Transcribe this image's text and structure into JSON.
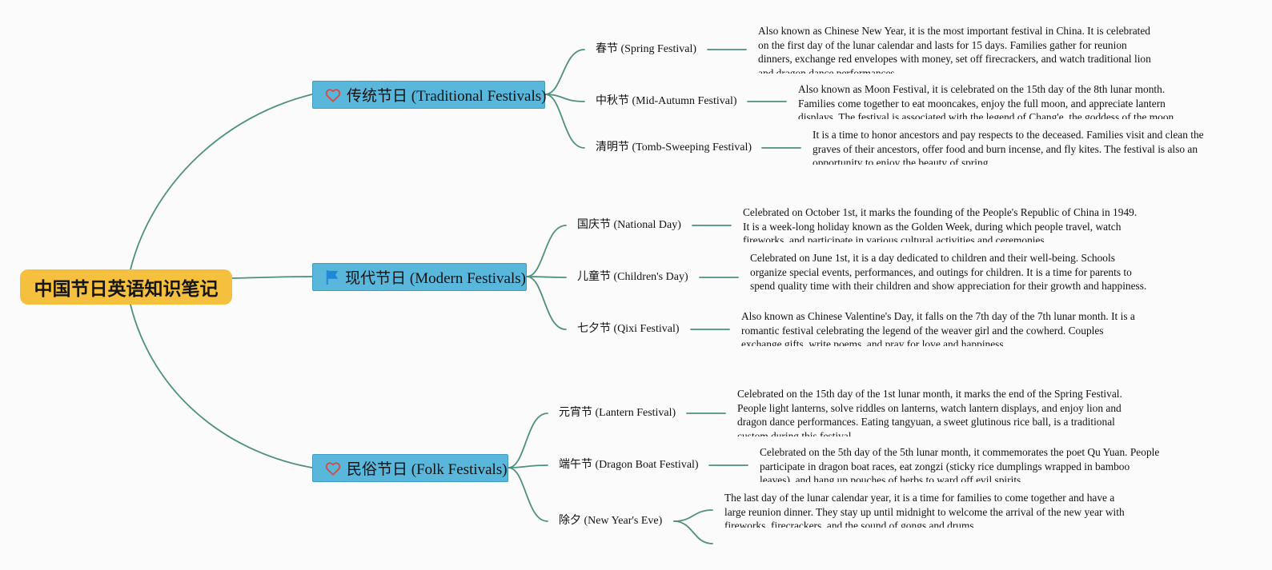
{
  "root": {
    "title": "中国节日英语知识笔记"
  },
  "colors": {
    "root_fill": "#f5c03e",
    "branch_fill": "#5ab7dc",
    "line": "#4e8f7d",
    "heart": "#d9493f",
    "flag": "#1f87d6"
  },
  "branches": [
    {
      "label": "传统节日 (Traditional Festivals)",
      "icon": "heart-icon",
      "leaves": [
        {
          "label": "春节 (Spring Festival)",
          "note": "Also known as Chinese New Year, it is the most important festival in China. It is celebrated on the first day of the lunar calendar and lasts for 15 days. Families gather for reunion dinners, exchange red envelopes with money, set off firecrackers, and watch traditional lion and dragon dance performances."
        },
        {
          "label": "中秋节 (Mid-Autumn Festival)",
          "note": "Also known as Moon Festival, it is celebrated on the 15th day of the 8th lunar month. Families come together to eat mooncakes, enjoy the full moon, and appreciate lantern displays. The festival is associated with the legend of Chang'e, the goddess of the moon."
        },
        {
          "label": "清明节 (Tomb-Sweeping Festival)",
          "note": "It is a time to honor ancestors and pay respects to the deceased. Families visit and clean the graves of their ancestors, offer food and burn incense, and fly kites. The festival is also an opportunity to enjoy the beauty of spring."
        }
      ]
    },
    {
      "label": "现代节日 (Modern Festivals)",
      "icon": "flag-icon",
      "leaves": [
        {
          "label": "国庆节 (National Day)",
          "note": "Celebrated on October 1st, it marks the founding of the People's Republic of China in 1949. It is a week-long holiday known as the Golden Week, during which people travel, watch fireworks, and participate in various cultural activities and ceremonies."
        },
        {
          "label": "儿童节 (Children's Day)",
          "note": "Celebrated on June 1st, it is a day dedicated to children and their well-being. Schools organize special events, performances, and outings for children. It is a time for parents to spend quality time with their children and show appreciation for their growth and happiness."
        },
        {
          "label": "七夕节 (Qixi Festival)",
          "note": "Also known as Chinese Valentine's Day, it falls on the 7th day of the 7th lunar month. It is a romantic festival celebrating the legend of the weaver girl and the cowherd. Couples exchange gifts, write poems, and pray for love and happiness."
        }
      ]
    },
    {
      "label": "民俗节日 (Folk Festivals)",
      "icon": "heart-icon",
      "leaves": [
        {
          "label": "元宵节 (Lantern Festival)",
          "note": "Celebrated on the 15th day of the 1st lunar month, it marks the end of the Spring Festival. People light lanterns, solve riddles on lanterns, watch lantern displays, and enjoy lion and dragon dance performances. Eating tangyuan, a sweet glutinous rice ball, is a traditional custom during this festival."
        },
        {
          "label": "端午节 (Dragon Boat Festival)",
          "note": "Celebrated on the 5th day of the 5th lunar month, it commemorates the poet Qu Yuan. People participate in dragon boat races, eat zongzi (sticky rice dumplings wrapped in bamboo leaves), and hang up pouches of herbs to ward off evil spirits."
        },
        {
          "label": "除夕 (New Year's Eve)",
          "note": "The last day of the lunar calendar year, it is a time for families to come together and have a large reunion dinner. They stay up until midnight to welcome the arrival of the new year with fireworks, firecrackers, and the sound of gongs and drums."
        }
      ]
    }
  ]
}
